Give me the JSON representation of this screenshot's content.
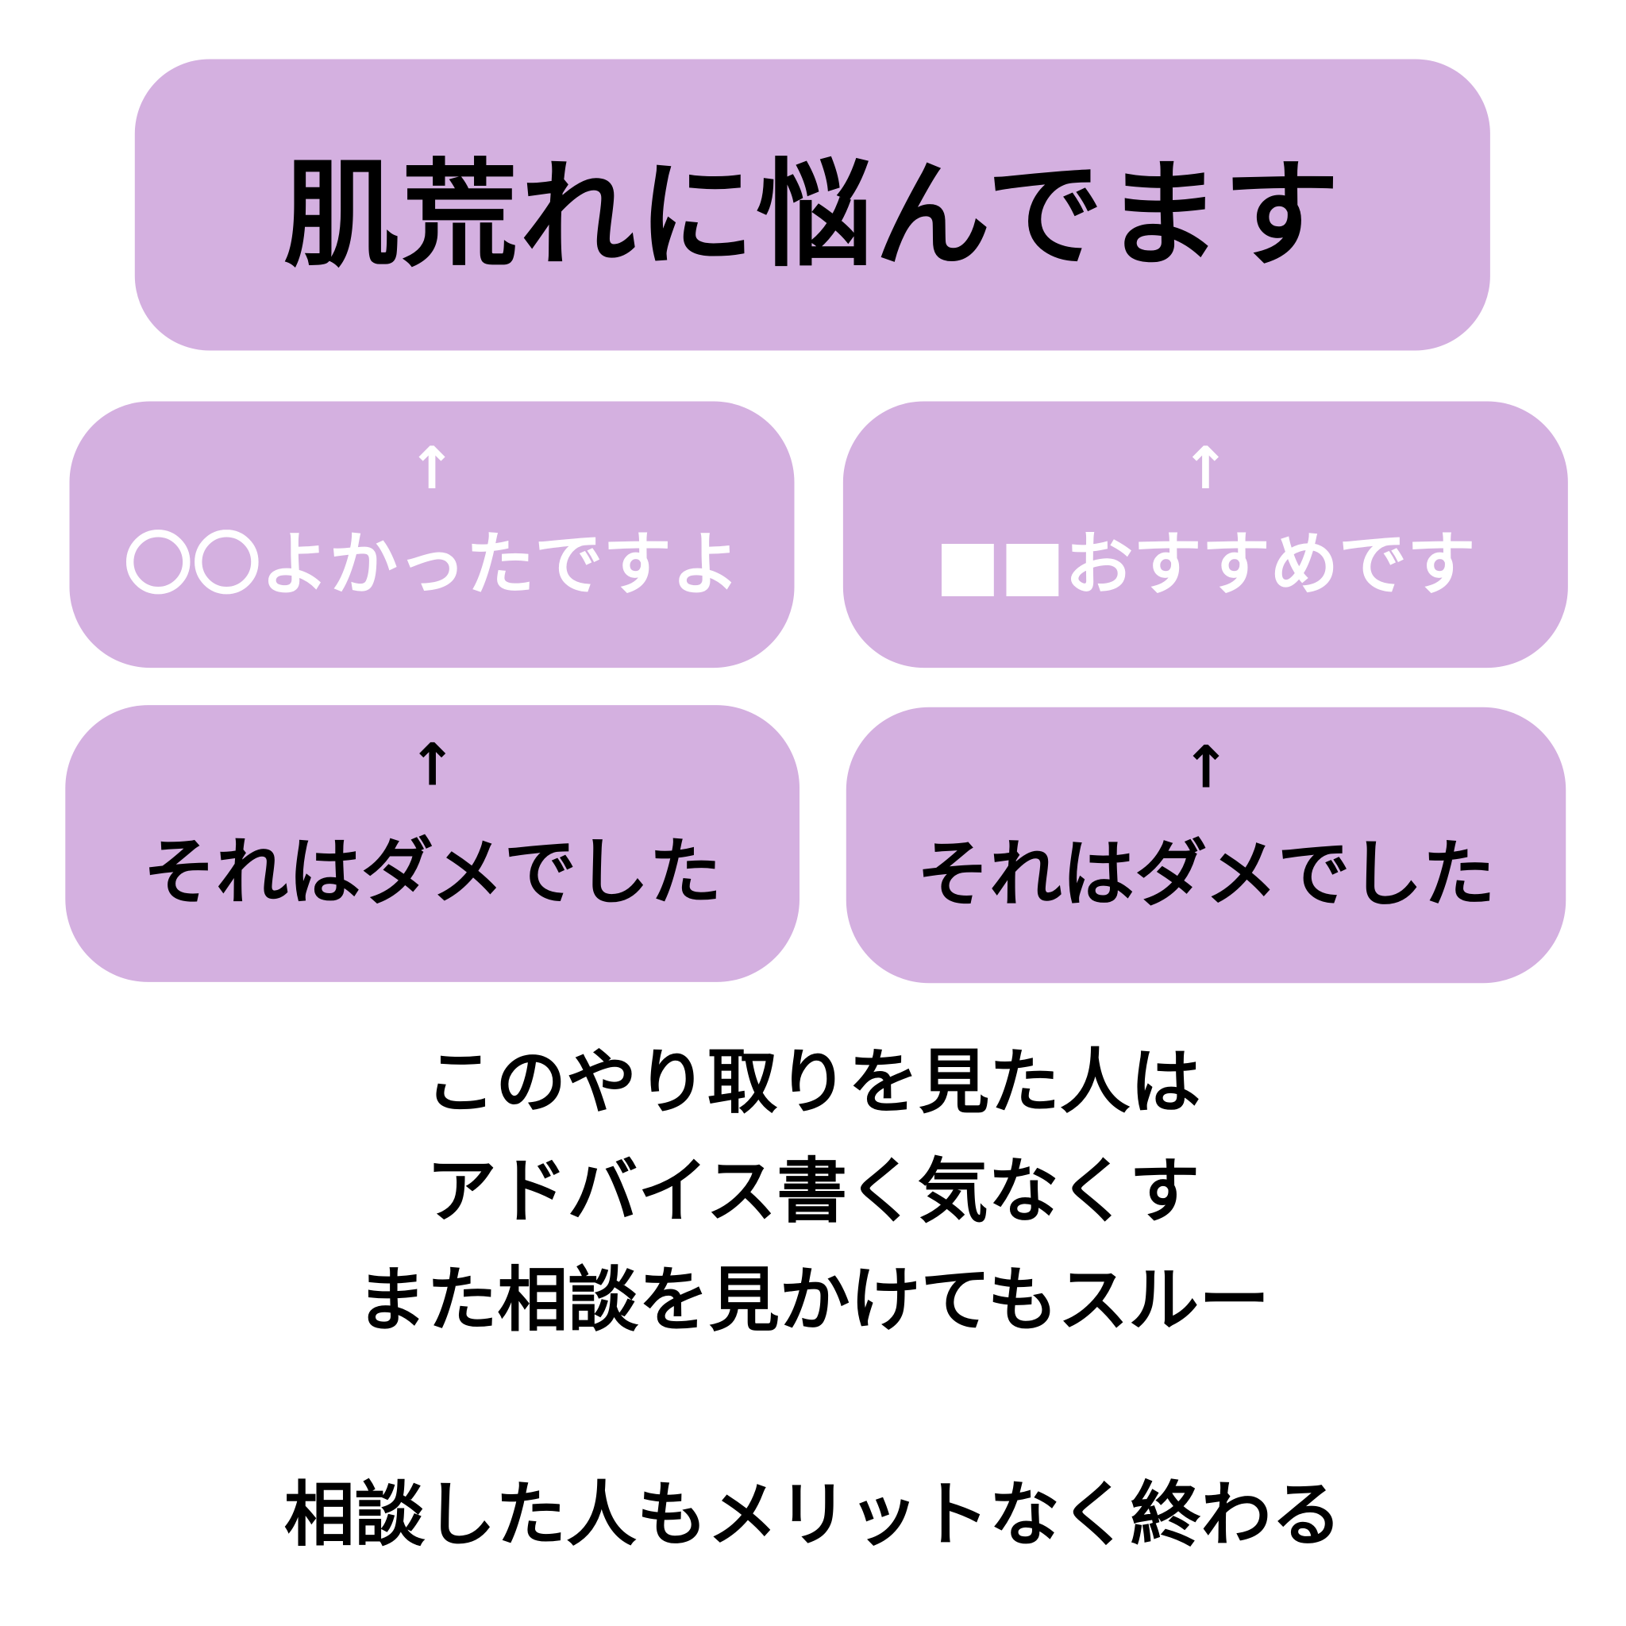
{
  "colors": {
    "box": "#d4b0e0",
    "good_text": "#ffffff",
    "bad_text": "#000000"
  },
  "title": "肌荒れに悩んでます",
  "replies": [
    {
      "arrow": "↑",
      "text": "〇〇よかったですよ"
    },
    {
      "arrow": "↑",
      "text": "■■おすすめです"
    }
  ],
  "responses": [
    {
      "arrow": "↑",
      "text": "それはダメでした"
    },
    {
      "arrow": "↑",
      "text": "それはダメでした"
    }
  ],
  "explanation": [
    "このやり取りを見た人は",
    "アドバイス書く気なくす",
    "また相談を見かけてもスルー"
  ],
  "conclusion": "相談した人もメリットなく終わる"
}
